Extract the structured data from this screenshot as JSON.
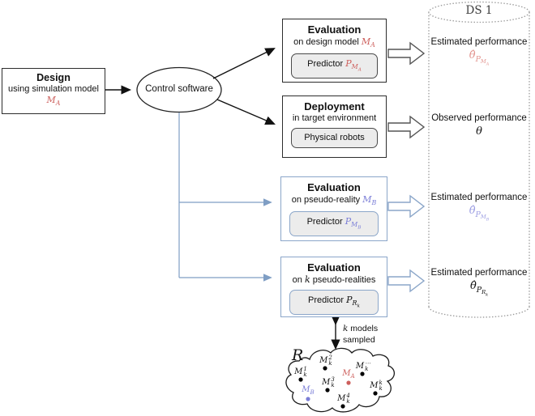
{
  "colors": {
    "red": "#cd5f5c",
    "red_light": "#e2948f",
    "blue": "#7b7ed7",
    "blue_light": "#9b9de2",
    "steel_border": "#8ba6c9",
    "steel_line": "#7f9ec4",
    "grey_fill": "#ececec",
    "cyl_stroke": "#9a9a9a",
    "text": "#111111"
  },
  "design": {
    "title": "Design",
    "subtitle": "using simulation model",
    "model": {
      "b": "M",
      "sub": "A"
    }
  },
  "control": {
    "label": "Control software"
  },
  "eval_design": {
    "title": "Evaluation",
    "subtitle": "on design model",
    "model": {
      "b": "M",
      "sub": "A"
    },
    "predictor_label": "Predictor",
    "predictor": {
      "b": "P",
      "s1": "M",
      "s2": "A"
    }
  },
  "deployment": {
    "title": "Deployment",
    "subtitle": "in target environment",
    "inner_label": "Physical robots"
  },
  "eval_pseudo": {
    "title": "Evaluation",
    "subtitle": "on pseudo-reality",
    "model": {
      "b": "M",
      "sub": "B"
    },
    "predictor_label": "Predictor",
    "predictor": {
      "b": "P",
      "s1": "M",
      "s2": "B"
    }
  },
  "eval_k": {
    "title": "Evaluation",
    "subtitle_pre": "on",
    "subtitle_var": "k",
    "subtitle_post": "pseudo-realities",
    "predictor_label": "Predictor",
    "predictor": {
      "b": "P",
      "s1": "R",
      "s2": "k"
    }
  },
  "datastore": {
    "title": "DS 1",
    "rows": [
      {
        "label": "Estimated performance",
        "sym": {
          "b": "θ̂",
          "s1": "P",
          "s2": "M",
          "s3": "A"
        }
      },
      {
        "label": "Observed performance",
        "sym": {
          "b": "θ",
          "s1": "",
          "s2": "",
          "s3": ""
        }
      },
      {
        "label": "Estimated performance",
        "sym": {
          "b": "θ̂",
          "s1": "P",
          "s2": "M",
          "s3": "B"
        }
      },
      {
        "label": "Estimated performance",
        "sym": {
          "b": "θ̂",
          "s1": "P",
          "s2": "R",
          "s3": "k"
        }
      }
    ]
  },
  "sampling": {
    "line1_var": "k",
    "line1_rest": "models",
    "line2": "sampled"
  },
  "cloud": {
    "label": "R",
    "points": [
      {
        "b": "M",
        "sub": "k",
        "sup": "1"
      },
      {
        "b": "M",
        "sub": "k",
        "sup": "2"
      },
      {
        "b": "M",
        "sub": "k",
        "sup": "3"
      },
      {
        "b": "M",
        "sub": "k",
        "sup": "4"
      },
      {
        "b": "M",
        "sub": "k",
        "sup": "⋯"
      },
      {
        "b": "M",
        "sub": "k",
        "sup": "k"
      },
      {
        "b": "M",
        "sub": "A",
        "sup": ""
      },
      {
        "b": "M",
        "sub": "B",
        "sup": ""
      }
    ]
  }
}
